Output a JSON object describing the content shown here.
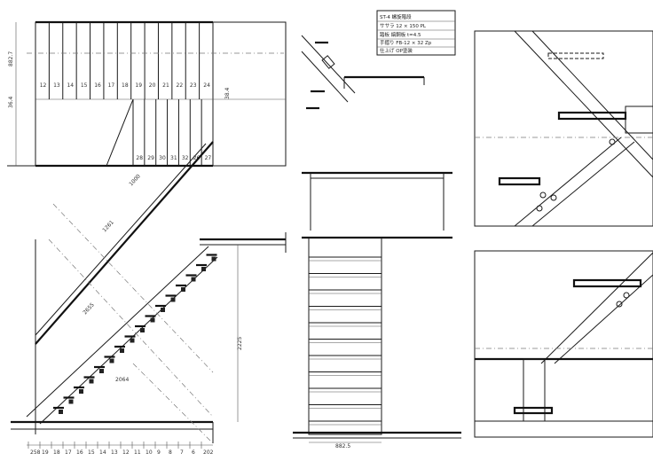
{
  "plan_tread_numbers_top": [
    "12",
    "13",
    "14",
    "15",
    "16",
    "17",
    "18",
    "19",
    "20",
    "21",
    "22",
    "23",
    "24"
  ],
  "plan_tread_numbers_bottom": [
    "28",
    "29",
    "30",
    "31",
    "32",
    "26",
    "27"
  ],
  "plan_dimensions": [
    "882.7",
    "38.4",
    "36.4"
  ],
  "section_dimensions": [
    "1000",
    "1261",
    "2655",
    "2225",
    "2064"
  ],
  "bottom_dimensions": [
    "258",
    "19",
    "18",
    "17",
    "16",
    "15",
    "14",
    "13",
    "12",
    "11",
    "10",
    "9",
    "8",
    "7",
    "6",
    "202"
  ],
  "front_view_dimension": "882.5",
  "spec_note": {
    "title": "ST-4 螺旋階段",
    "lines": [
      "ササラ  12 × 150 PL",
      "踏板  縞鋼板 t=4.5",
      "手摺り  FB-12 × 32 Zp",
      "仕上げ  OP塗装"
    ]
  }
}
